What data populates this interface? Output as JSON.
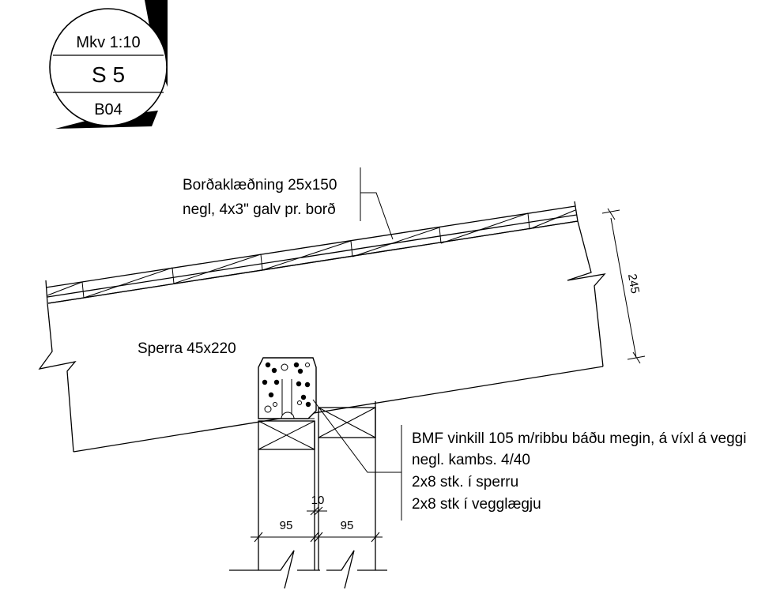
{
  "title_block": {
    "scale": "Mkv 1:10",
    "detail_number": "S 5",
    "sheet": "B04"
  },
  "annotations": {
    "boards_line1": "Borðaklæðning 25x150",
    "boards_line2": "negl, 4x3\" galv pr. borð",
    "rafter": "Sperra 45x220",
    "bracket_line1": "BMF vinkill 105 m/ribbu báðu megin, á víxl á veggi",
    "bracket_line2": "negl. kambs. 4/40",
    "bracket_line3": "2x8 stk. í sperru",
    "bracket_line4": "2x8 stk í vegglægju"
  },
  "dimensions": {
    "rafter_depth": "245",
    "gap": "10",
    "left_plate": "95",
    "right_plate": "95"
  }
}
